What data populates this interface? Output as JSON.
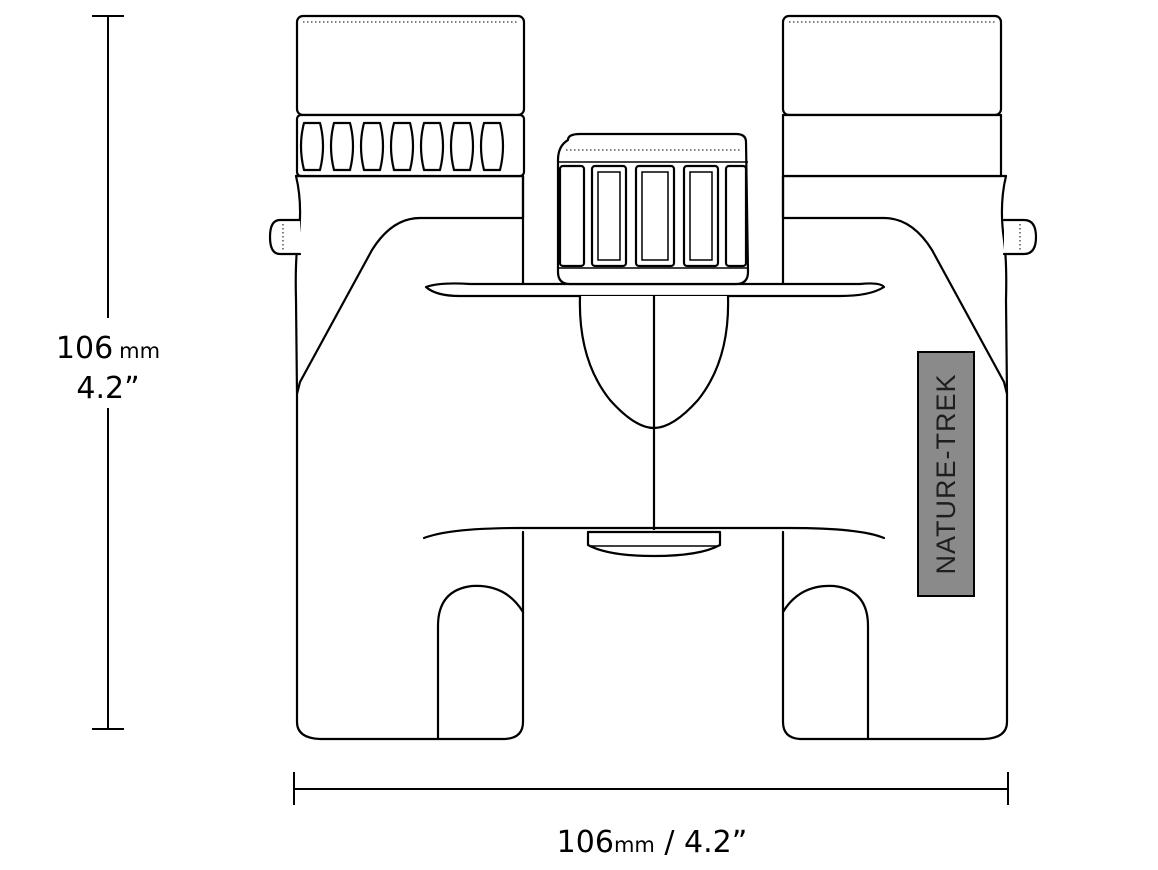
{
  "dimensions": {
    "height": {
      "metric_value": "106",
      "metric_unit": "mm",
      "imperial": "4.2”"
    },
    "width": {
      "metric_value": "106",
      "metric_unit": "mm",
      "separator": " / ",
      "imperial": "4.2”"
    }
  },
  "product": {
    "brand_label": "NATURE-TREK",
    "label_color": "#8a8a8a"
  }
}
